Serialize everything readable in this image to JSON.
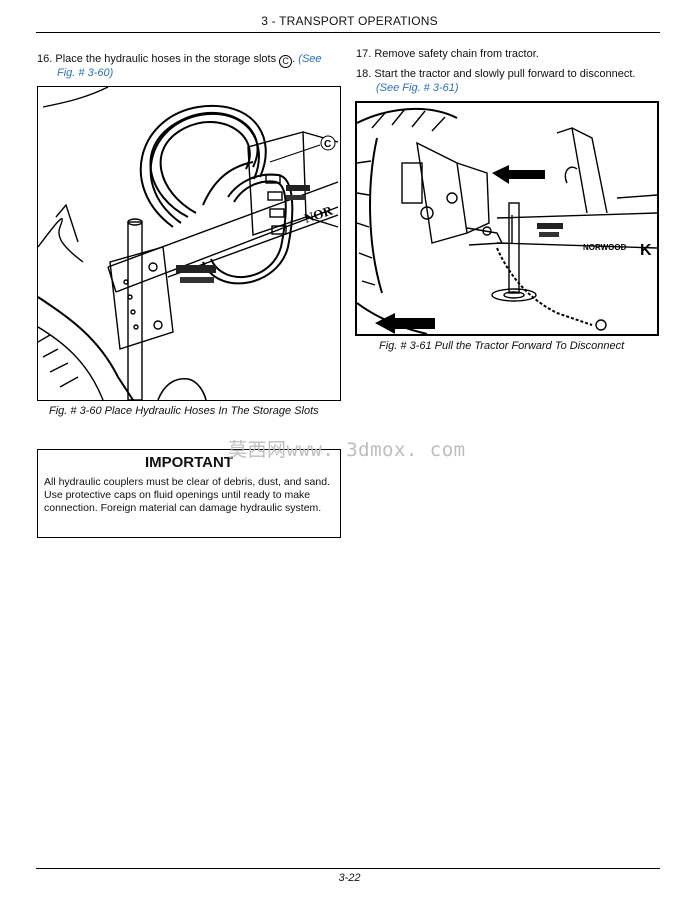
{
  "header": {
    "title": "3 - TRANSPORT OPERATIONS"
  },
  "left": {
    "step16": {
      "number": "16.",
      "text": "Place the hydraulic hoses in the storage slots",
      "callout": "C",
      "ref_line1": "(See",
      "ref_line2": "Fig. # 3-60)"
    },
    "figure": {
      "callout": "C",
      "brand": "NOR",
      "caption": "Fig. # 3-60 Place Hydraulic Hoses In The Storage Slots"
    },
    "important": {
      "title": "IMPORTANT",
      "body": "All hydraulic couplers must be clear of debris, dust, and sand. Use protective caps on fluid openings until ready to make connection. Foreign material can damage hydraulic system."
    }
  },
  "right": {
    "step17": {
      "number": "17.",
      "text": "Remove safety chain from tractor."
    },
    "step18": {
      "number": "18.",
      "text": "Start the tractor and slowly pull forward to disconnect.",
      "ref": "(See Fig. # 3-61)"
    },
    "figure": {
      "brand": "NORWOOD",
      "brand_tail": "K",
      "caption": "Fig. # 3-61 Pull the Tractor Forward To Disconnect"
    }
  },
  "watermark": "莫西网www. 3dmox. com",
  "footer": {
    "page": "3-22"
  }
}
